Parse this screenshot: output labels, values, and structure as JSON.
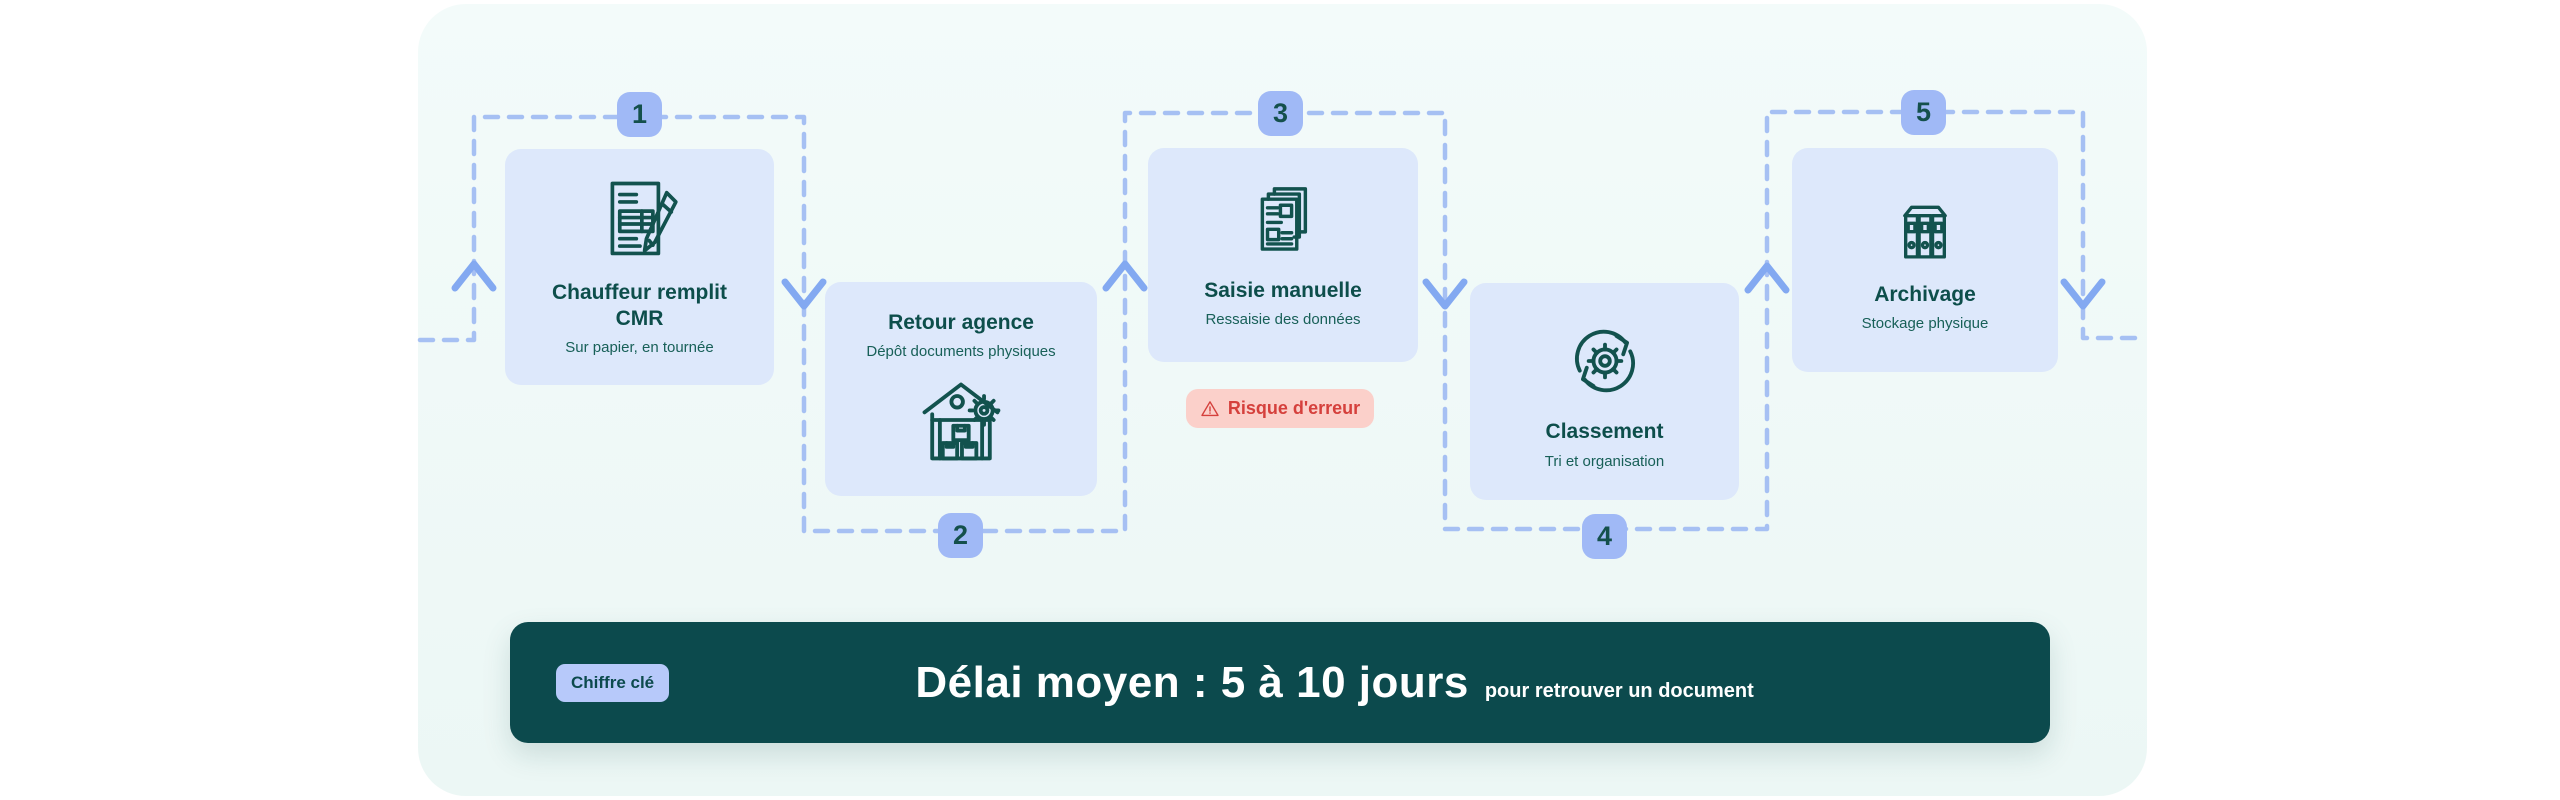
{
  "colors": {
    "page_bg": "#ffffff",
    "panel_bg": "#ecf7f5",
    "card_bg": "#dde8fb",
    "dash_line": "#a6c0f3",
    "arrow": "#83a9f1",
    "badge_bg": "#a0b9f6",
    "badge_text": "#14504c",
    "title_text": "#0d4e4b",
    "subtitle_text": "#186058",
    "icon_stroke": "#12524e",
    "warning_bg": "#fbd0ca",
    "warning_text": "#d5403c",
    "banner_bg": "#0c4a4d",
    "banner_text": "#ffffff",
    "tag_bg": "#b7c9fa",
    "tag_text": "#0c4a4d"
  },
  "steps": [
    {
      "number": "1",
      "title": "Chauffeur remplit CMR",
      "subtitle": "Sur papier, en tournée",
      "icon": "document-pen-icon",
      "badge_position": "top"
    },
    {
      "number": "2",
      "title": "Retour agence",
      "subtitle": "Dépôt documents physiques",
      "icon": "warehouse-icon",
      "badge_position": "bottom"
    },
    {
      "number": "3",
      "title": "Saisie manuelle",
      "subtitle": "Ressaisie des données",
      "icon": "documents-stack-icon",
      "badge_position": "top"
    },
    {
      "number": "4",
      "title": "Classement",
      "subtitle": "Tri et organisation",
      "icon": "sync-gear-icon",
      "badge_position": "bottom"
    },
    {
      "number": "5",
      "title": "Archivage",
      "subtitle": "Stockage physique",
      "icon": "binders-icon",
      "badge_position": "top"
    }
  ],
  "warning": {
    "icon": "warning-triangle-icon",
    "label": "Risque d'erreur"
  },
  "banner": {
    "tag": "Chiffre clé",
    "headline": "Délai moyen : 5 à 10 jours",
    "subtext": "pour retrouver un document"
  }
}
